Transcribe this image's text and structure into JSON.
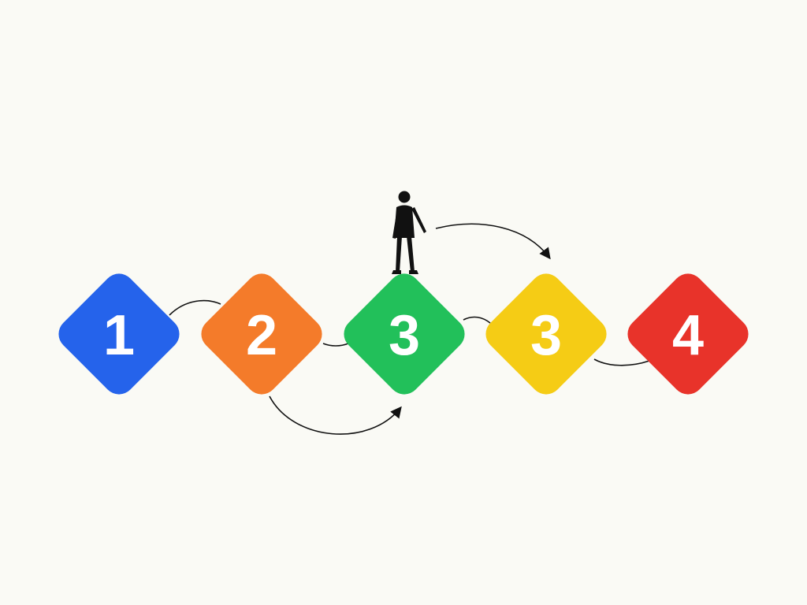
{
  "steps": [
    {
      "label": "1",
      "color": "#2563eb"
    },
    {
      "label": "2",
      "color": "#f47b2a"
    },
    {
      "label": "3",
      "color": "#22c05a"
    },
    {
      "label": "3",
      "color": "#f5cc15"
    },
    {
      "label": "4",
      "color": "#e8332a"
    }
  ],
  "figure": {
    "icon": "person-icon",
    "color": "#111111"
  },
  "connector_color": "#111111",
  "background_color": "#fafaf5"
}
